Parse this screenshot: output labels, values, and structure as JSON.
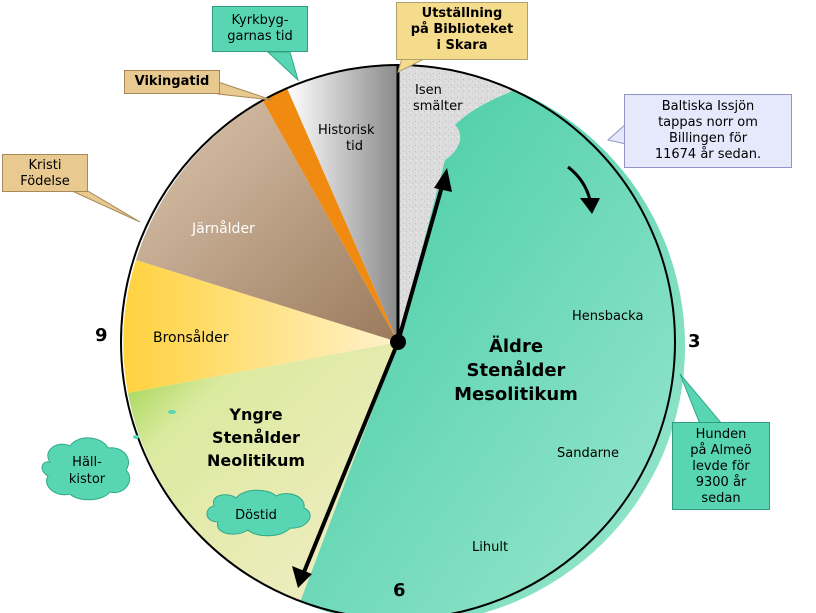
{
  "diagram": {
    "eras": [
      {
        "id": "aldre",
        "label_lines": [
          "Äldre",
          "Stenålder",
          "Mesolitikum"
        ],
        "color": "#5ed5b3"
      },
      {
        "id": "yngre",
        "label_lines": [
          "Yngre",
          "Stenålder",
          "Neolitikum"
        ],
        "color": "#ece9a4"
      },
      {
        "id": "brons",
        "label": "Bronsålder",
        "color": "#fde6a4"
      },
      {
        "id": "jarn",
        "label": "Järnålder",
        "color": "#c7ab90"
      },
      {
        "id": "viking",
        "label": "",
        "color": "#f28c12"
      },
      {
        "id": "historisk",
        "label_lines": [
          "Historisk",
          "tid"
        ],
        "color": "#d8d8d8"
      },
      {
        "id": "isen",
        "label_lines": [
          "Isen",
          "smälter"
        ],
        "color": "#dadada"
      }
    ],
    "clock_numbers": {
      "three": "3",
      "six": "6",
      "nine": "9"
    },
    "places": {
      "hensbacka": "Hensbacka",
      "sandarne": "Sandarne",
      "lihult": "Lihult",
      "dostid": "Döstid"
    },
    "callouts": {
      "kyrkbyggarnas": [
        "Kyrkbyg-",
        "garnas tid"
      ],
      "utstallning": [
        "Utställning",
        "på Biblioteket",
        "i Skara"
      ],
      "vikingatid": "Vikingatid",
      "kristi": [
        "Kristi",
        "Födelse"
      ],
      "baltiska": [
        "Baltiska Issjön",
        "tappas norr om",
        "Billingen för",
        "11674 år sedan."
      ],
      "hallkistor": [
        "Häll-",
        "kistor"
      ],
      "hunden": [
        "Hunden",
        "på Almeö",
        "levde för",
        "9300 år",
        "sedan"
      ]
    }
  }
}
